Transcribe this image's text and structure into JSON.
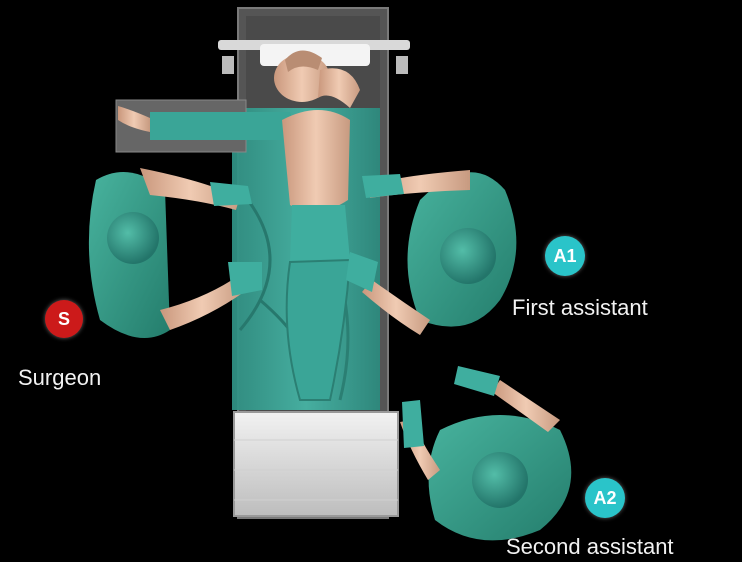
{
  "roles": {
    "surgeon": {
      "badge": "S",
      "label": "Surgeon",
      "color": "#cc1a1a"
    },
    "first_assistant": {
      "badge": "A1",
      "label": "First assistant",
      "color": "#2ac4c9"
    },
    "second_assistant": {
      "badge": "A2",
      "label": "Second assistant",
      "color": "#2ac4c9"
    }
  },
  "colors": {
    "background": "#000000",
    "drape": "#3aa597",
    "scrubs": "#2f9a86",
    "skin": "#e8bfa5",
    "table": "#5a5a5a",
    "footboard": "#e6e6e6"
  }
}
